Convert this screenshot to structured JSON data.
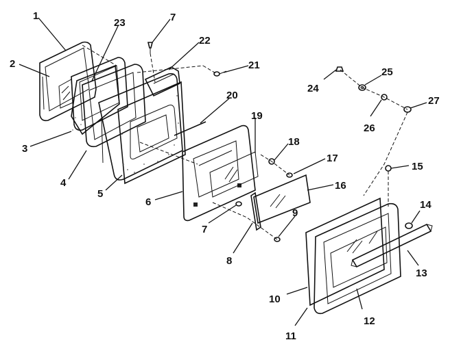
{
  "diagram": {
    "callouts": {
      "c1": "1",
      "c2": "2",
      "c3": "3",
      "c4": "4",
      "c5": "5",
      "c6": "6",
      "c7a": "7",
      "c7b": "7",
      "c8": "8",
      "c9": "9",
      "c10": "10",
      "c11": "11",
      "c12": "12",
      "c13": "13",
      "c14": "14",
      "c15": "15",
      "c16": "16",
      "c17": "17",
      "c18": "18",
      "c19": "19",
      "c20": "20",
      "c21": "21",
      "c22": "22",
      "c23": "23",
      "c24": "24",
      "c25": "25",
      "c26": "26",
      "c27": "27"
    }
  }
}
